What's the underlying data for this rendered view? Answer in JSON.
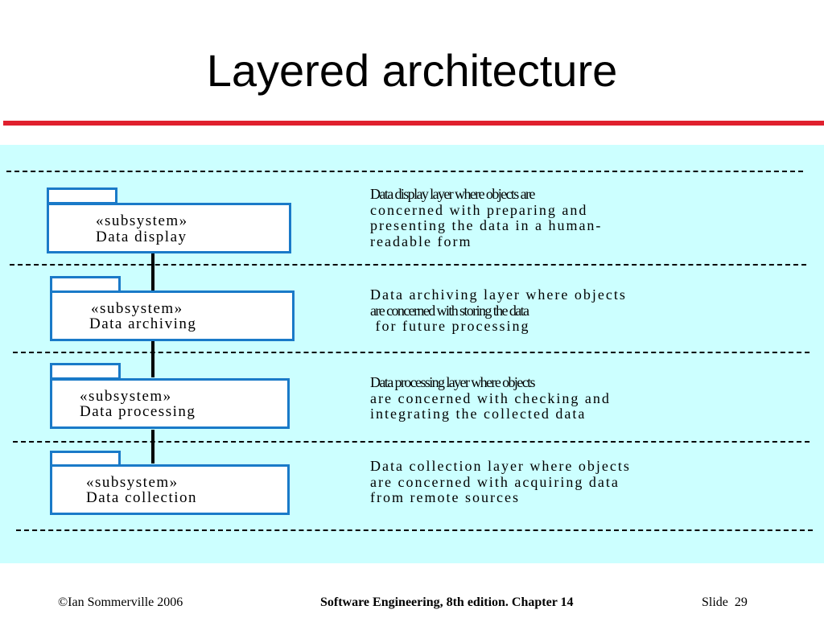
{
  "slide": {
    "title": "Layered architecture",
    "accent_color": "#e0202e",
    "panel_color": "#ccffff",
    "box_border_color": "#1a7ac8"
  },
  "diagram": {
    "layers": [
      {
        "stereotype": "«subsystem»",
        "name": "Data display",
        "description": [
          "Data display layer where objects are",
          "concerned with preparing and",
          "presenting the data in a human-",
          "readable form"
        ]
      },
      {
        "stereotype": "«subsystem»",
        "name": "Data archiving",
        "description": [
          "Data archiving layer where objects",
          "are concerned with storing the data",
          " for future processing"
        ]
      },
      {
        "stereotype": "«subsystem»",
        "name": "Data processing",
        "description": [
          "Data processing layer where objects",
          "are concerned with checking and",
          "integrating the collected data"
        ]
      },
      {
        "stereotype": "«subsystem»",
        "name": "Data collection",
        "description": [
          "Data collection layer where objects",
          "are concerned with acquiring data",
          "from remote sources"
        ]
      }
    ]
  },
  "footer": {
    "copyright": "©Ian Sommerville 2006",
    "book": "Software Engineering, 8th edition. Chapter 14",
    "slide_label": "Slide  29"
  }
}
